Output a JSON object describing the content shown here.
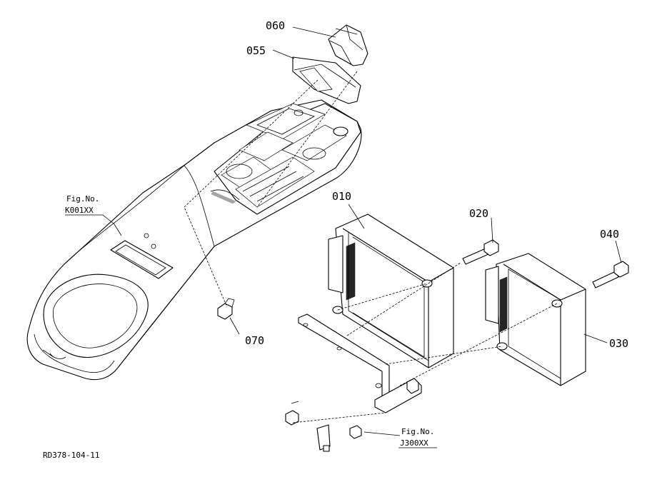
{
  "diagram": {
    "drawing_code": "RD378-104-11",
    "callouts": [
      {
        "id": "060",
        "text": "060"
      },
      {
        "id": "055",
        "text": "055"
      },
      {
        "id": "010",
        "text": "010"
      },
      {
        "id": "020",
        "text": "020"
      },
      {
        "id": "040",
        "text": "040"
      },
      {
        "id": "030",
        "text": "030"
      },
      {
        "id": "070",
        "text": "070"
      }
    ],
    "fig_refs": [
      {
        "title": "Fig.No.",
        "code": "K001XX"
      },
      {
        "title": "Fig.No.",
        "code": "J300XX"
      }
    ]
  }
}
